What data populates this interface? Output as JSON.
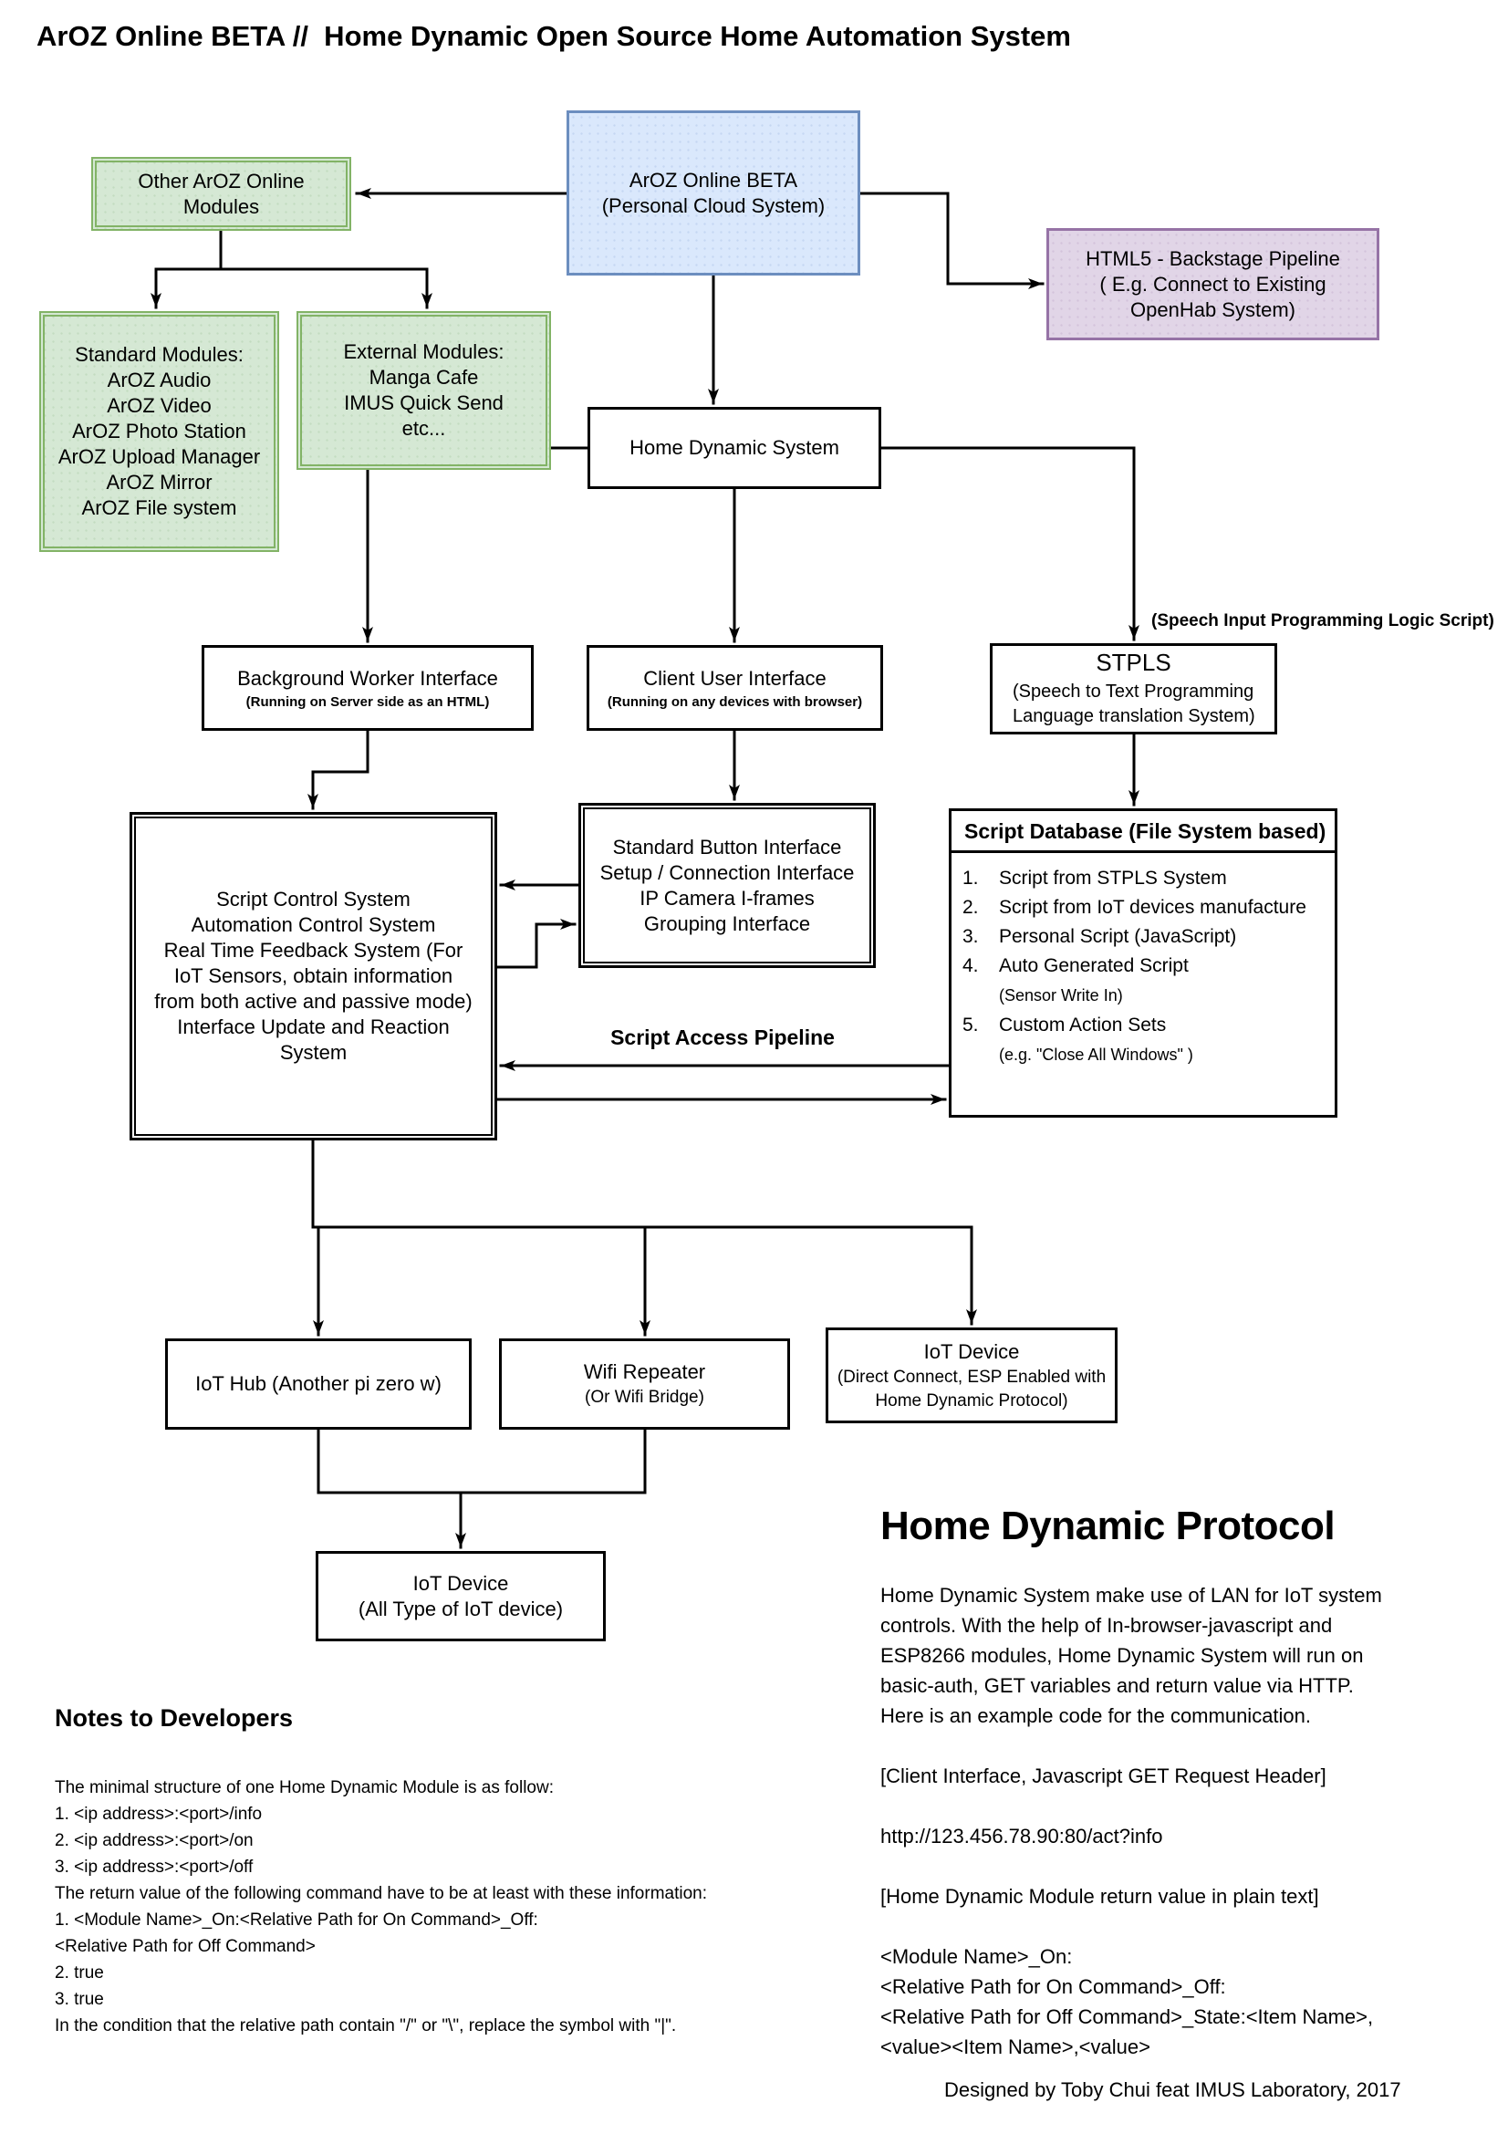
{
  "title": "ArOZ Online BETA //  Home Dynamic Open Source Home Automation System",
  "boxes": {
    "other_modules": {
      "lines": [
        "Other ArOZ Online",
        "Modules"
      ]
    },
    "aroz_beta": {
      "lines": [
        "ArOZ Online BETA",
        "(Personal Cloud System)"
      ]
    },
    "html5_pipeline": {
      "lines": [
        "HTML5 - Backstage Pipeline",
        "( E.g. Connect to Existing",
        "OpenHab System)"
      ]
    },
    "standard_modules": {
      "lines": [
        "Standard Modules:",
        "ArOZ Audio",
        "ArOZ Video",
        "ArOZ Photo Station",
        "ArOZ Upload Manager",
        "ArOZ Mirror",
        "ArOZ File system"
      ]
    },
    "external_modules": {
      "lines": [
        "External Modules:",
        "Manga Cafe",
        "IMUS Quick Send",
        "etc..."
      ]
    },
    "home_dynamic": {
      "label": "Home Dynamic System"
    },
    "background_worker": {
      "label": "Background Worker Interface",
      "subtitle": "(Running on Server side as an HTML)"
    },
    "client_ui": {
      "label": "Client User Interface",
      "subtitle": "(Running on any devices with browser)"
    },
    "stpls": {
      "label": "STPLS",
      "sub_lines": [
        "(Speech to Text Programming",
        "Language translation System)"
      ],
      "annotation": "(Speech Input Programming Logic Script)"
    },
    "script_control": {
      "lines": [
        "Script Control System",
        "Automation Control System",
        "Real Time Feedback System (For",
        "IoT Sensors, obtain information",
        "from both active and passive mode)",
        "Interface Update and Reaction",
        "System"
      ]
    },
    "button_interface": {
      "lines": [
        "Standard Button Interface",
        "Setup / Connection Interface",
        "IP Camera I-frames",
        "Grouping Interface"
      ]
    },
    "script_database": {
      "title": "Script Database (File System based)",
      "items": [
        {
          "num": "1.",
          "text": "Script from STPLS System"
        },
        {
          "num": "2.",
          "text": "Script from IoT devices manufacture"
        },
        {
          "num": "3.",
          "text": "Personal Script (JavaScript)"
        },
        {
          "num": "4.",
          "text": "Auto Generated Script"
        },
        {
          "num": "",
          "text": "(Sensor Write In)"
        },
        {
          "num": "5.",
          "text": "Custom Action Sets"
        },
        {
          "num": "",
          "text": "(e.g. \"Close All Windows\" )"
        }
      ]
    },
    "iot_hub": {
      "label": "IoT Hub (Another pi zero w)"
    },
    "wifi_repeater": {
      "label": "Wifi Repeater",
      "subtitle": "(Or Wifi Bridge)"
    },
    "iot_device_direct": {
      "label": "IoT Device",
      "sub_lines": [
        "(Direct Connect, ESP Enabled with",
        "Home Dynamic Protocol)"
      ]
    },
    "iot_device_all": {
      "lines": [
        "IoT Device",
        "(All Type of IoT device)"
      ]
    }
  },
  "labels": {
    "script_access_pipeline": "Script Access Pipeline"
  },
  "notes": {
    "heading": "Notes to Developers",
    "lines": [
      "The minimal structure of one Home Dynamic Module is as follow:",
      "1. <ip address>:<port>/info",
      "2. <ip address>:<port>/on",
      "3. <ip address>:<port>/off",
      "The return value of the following command have to be at least with these information:",
      "1. <Module Name>_On:<Relative Path for On Command>_Off:",
      "<Relative Path for Off Command>",
      "2. true",
      "3. true",
      "In the condition that the relative path contain \"/\" or \"\\\", replace the symbol with \"|\"."
    ]
  },
  "protocol": {
    "heading": "Home Dynamic Protocol",
    "lines": [
      "Home Dynamic System make use of LAN for IoT system",
      "controls. With the help of In-browser-javascript and",
      "ESP8266 modules, Home Dynamic System will run on",
      "basic-auth, GET variables and return value via HTTP.",
      "Here is an example code for the communication.",
      "",
      "[Client Interface, Javascript GET Request Header]",
      "",
      "http://123.456.78.90:80/act?info",
      "",
      "[Home Dynamic Module return value in plain text]",
      "",
      "<Module Name>_On:",
      "<Relative Path for On Command>_Off:",
      "<Relative Path for Off Command>_State:<Item Name>,",
      "<value><Item Name>,<value>"
    ]
  },
  "footer": "Designed by Toby Chui feat IMUS Laboratory, 2017",
  "colors": {
    "green_fill": "#d5e8d4",
    "green_border": "#82b366",
    "blue_fill": "#dae8fc",
    "blue_border": "#6c8ebf",
    "purple_fill": "#e1d5e7",
    "purple_border": "#9673a6",
    "line": "#000000"
  }
}
